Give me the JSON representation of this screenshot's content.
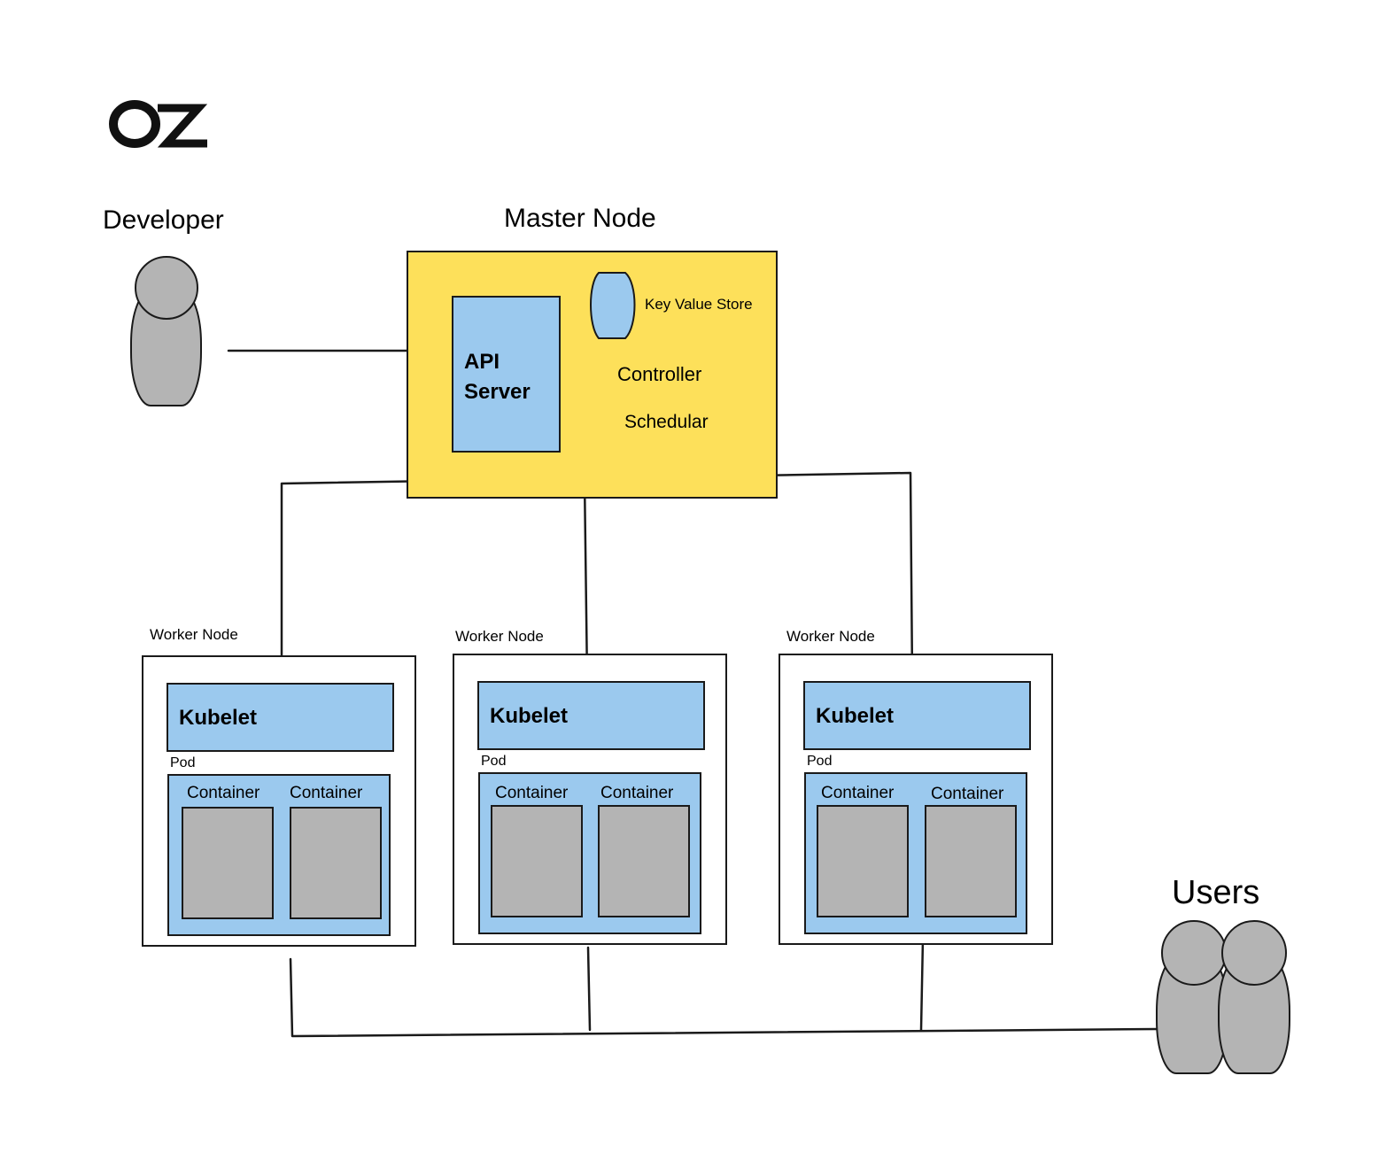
{
  "logo": {
    "text": "OZ"
  },
  "developer": {
    "label": "Developer"
  },
  "users": {
    "label": "Users"
  },
  "master": {
    "title": "Master Node",
    "api_server": {
      "line1": "API",
      "line2": "Server"
    },
    "key_value_store": "Key Value Store",
    "controller": "Controller",
    "scheduler": "Schedular"
  },
  "workers": [
    {
      "label": "Worker Node",
      "kubelet": "Kubelet",
      "pod": "Pod",
      "containers": [
        "Container",
        "Container"
      ]
    },
    {
      "label": "Worker Node",
      "kubelet": "Kubelet",
      "pod": "Pod",
      "containers": [
        "Container",
        "Container"
      ]
    },
    {
      "label": "Worker Node",
      "kubelet": "Kubelet",
      "pod": "Pod",
      "containers": [
        "Container",
        "Container"
      ]
    }
  ],
  "colors": {
    "master_fill": "#fde05a",
    "blue_fill": "#9bc9ee",
    "gray_fill": "#b4b4b4",
    "stroke": "#1a1a1a"
  }
}
